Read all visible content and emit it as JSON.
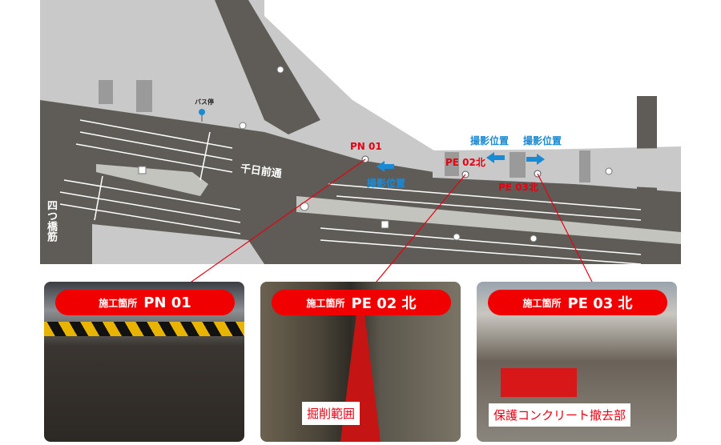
{
  "map": {
    "street_main": "千日前通",
    "street_side": "四つ橋筋",
    "bus_stop": "バス停",
    "markers": [
      {
        "label": "PN 01"
      },
      {
        "label": "PE 02北"
      },
      {
        "label": "PE 03北"
      }
    ],
    "shooting_position": "撮影位置"
  },
  "photos": [
    {
      "site_prefix": "施工箇所",
      "site_id": "PN 01",
      "caption": ""
    },
    {
      "site_prefix": "施工箇所",
      "site_id": "PE 02 北",
      "caption": "掘削範囲"
    },
    {
      "site_prefix": "施工箇所",
      "site_id": "PE 03 北",
      "caption": "保護コンクリート撤去部"
    }
  ],
  "colors": {
    "accent_red": "#e60012",
    "arrow_blue": "#1a8ad4",
    "road": "#5f5c58",
    "sidewalk": "#c9c9c9"
  }
}
